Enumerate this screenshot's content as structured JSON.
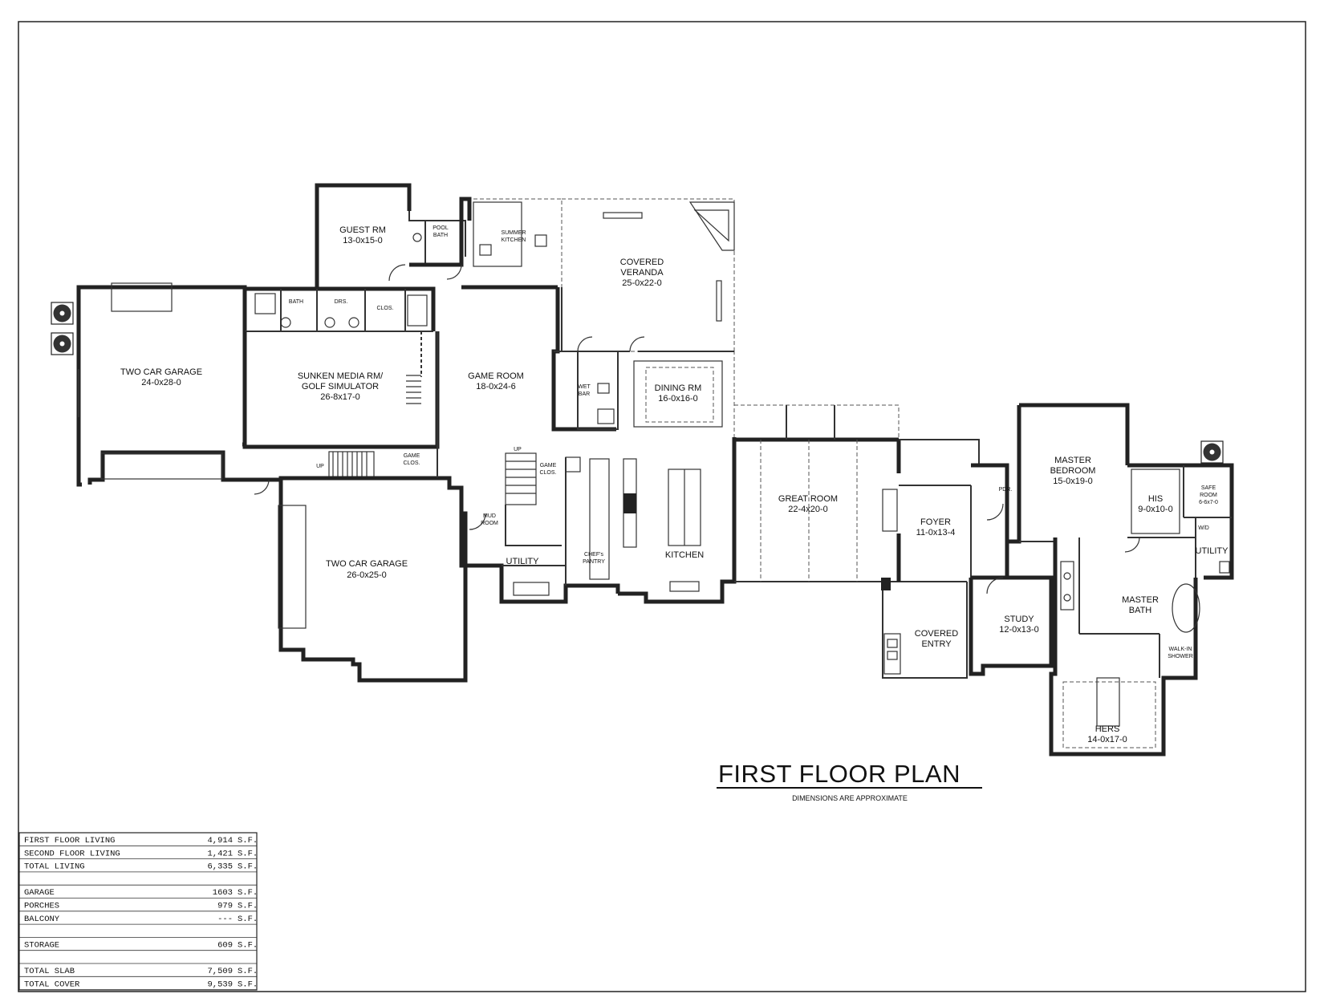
{
  "title": "FIRST FLOOR PLAN",
  "subtitle": "DIMENSIONS ARE APPROXIMATE",
  "rooms": {
    "guest_rm": {
      "name": "GUEST RM",
      "dim": "13-0x15-0"
    },
    "pool_bath": {
      "name_l1": "POOL",
      "name_l2": "BATH"
    },
    "summer_kitchen": {
      "name_l1": "SUMMER",
      "name_l2": "KITCHEN"
    },
    "covered_veranda": {
      "name_l1": "COVERED",
      "name_l2": "VERANDA",
      "dim": "25-0x22-0"
    },
    "bath": {
      "name": "BATH"
    },
    "drs": {
      "name": "DRS."
    },
    "clos": {
      "name": "CLOS."
    },
    "two_car_garage_1": {
      "name": "TWO CAR GARAGE",
      "dim": "24-0x28-0"
    },
    "media_rm": {
      "name_l1": "SUNKEN MEDIA RM/",
      "name_l2": "GOLF SIMULATOR",
      "dim": "26-8x17-0"
    },
    "game_room": {
      "name": "GAME ROOM",
      "dim": "18-0x24-6"
    },
    "wet_bar": {
      "name_l1": "WET",
      "name_l2": "BAR"
    },
    "dining_rm": {
      "name": "DINING RM",
      "dim": "16-0x16-0"
    },
    "game_clos_1": {
      "name_l1": "GAME",
      "name_l2": "CLOS."
    },
    "game_clos_2": {
      "name_l1": "GAME",
      "name_l2": "CLOS."
    },
    "up_1": {
      "name": "UP"
    },
    "up_2": {
      "name": "UP"
    },
    "two_car_garage_2": {
      "name": "TWO CAR GARAGE",
      "dim": "26-0x25-0"
    },
    "mud_room": {
      "name_l1": "MUD",
      "name_l2": "ROOM"
    },
    "utility_1": {
      "name": "UTILITY"
    },
    "chefs_pantry": {
      "name_l1": "CHEF's",
      "name_l2": "PANTRY"
    },
    "kitchen": {
      "name": "KITCHEN"
    },
    "great_room": {
      "name": "GREAT ROOM",
      "dim": "22-4x20-0"
    },
    "foyer": {
      "name": "FOYER",
      "dim": "11-0x13-4"
    },
    "covered_entry": {
      "name_l1": "COVERED",
      "name_l2": "ENTRY"
    },
    "pdr": {
      "name": "PDR."
    },
    "study": {
      "name": "STUDY",
      "dim": "12-0x13-0"
    },
    "master_bedroom": {
      "name_l1": "MASTER",
      "name_l2": "BEDROOM",
      "dim": "15-0x19-0"
    },
    "his": {
      "name": "HIS",
      "dim": "9-0x10-0"
    },
    "safe_room": {
      "name_l1": "SAFE",
      "name_l2": "ROOM",
      "dim": "6-6x7-0"
    },
    "wd": {
      "name": "W/D"
    },
    "utility_2": {
      "name": "UTILITY"
    },
    "master_bath": {
      "name_l1": "MASTER",
      "name_l2": "BATH"
    },
    "walk_in_shower": {
      "name_l1": "WALK-IN",
      "name_l2": "SHOWER"
    },
    "hers": {
      "name": "HERS",
      "dim": "14-0x17-0"
    }
  },
  "area_table": [
    {
      "label": "FIRST FLOOR LIVING",
      "value": "4,914",
      "unit": "S.F."
    },
    {
      "label": "SECOND FLOOR LIVING",
      "value": "1,421",
      "unit": "S.F."
    },
    {
      "label": "TOTAL LIVING",
      "value": "6,335",
      "unit": "S.F."
    },
    {
      "label": "",
      "value": "",
      "unit": ""
    },
    {
      "label": "GARAGE",
      "value": "1603",
      "unit": "S.F."
    },
    {
      "label": "PORCHES",
      "value": "979",
      "unit": "S.F."
    },
    {
      "label": "BALCONY",
      "value": "---",
      "unit": "S.F."
    },
    {
      "label": "",
      "value": "",
      "unit": ""
    },
    {
      "label": "STORAGE",
      "value": "609",
      "unit": "S.F."
    },
    {
      "label": "",
      "value": "",
      "unit": ""
    },
    {
      "label": "TOTAL SLAB",
      "value": "7,509",
      "unit": "S.F."
    },
    {
      "label": "TOTAL COVER",
      "value": "9,539",
      "unit": "S.F."
    }
  ]
}
